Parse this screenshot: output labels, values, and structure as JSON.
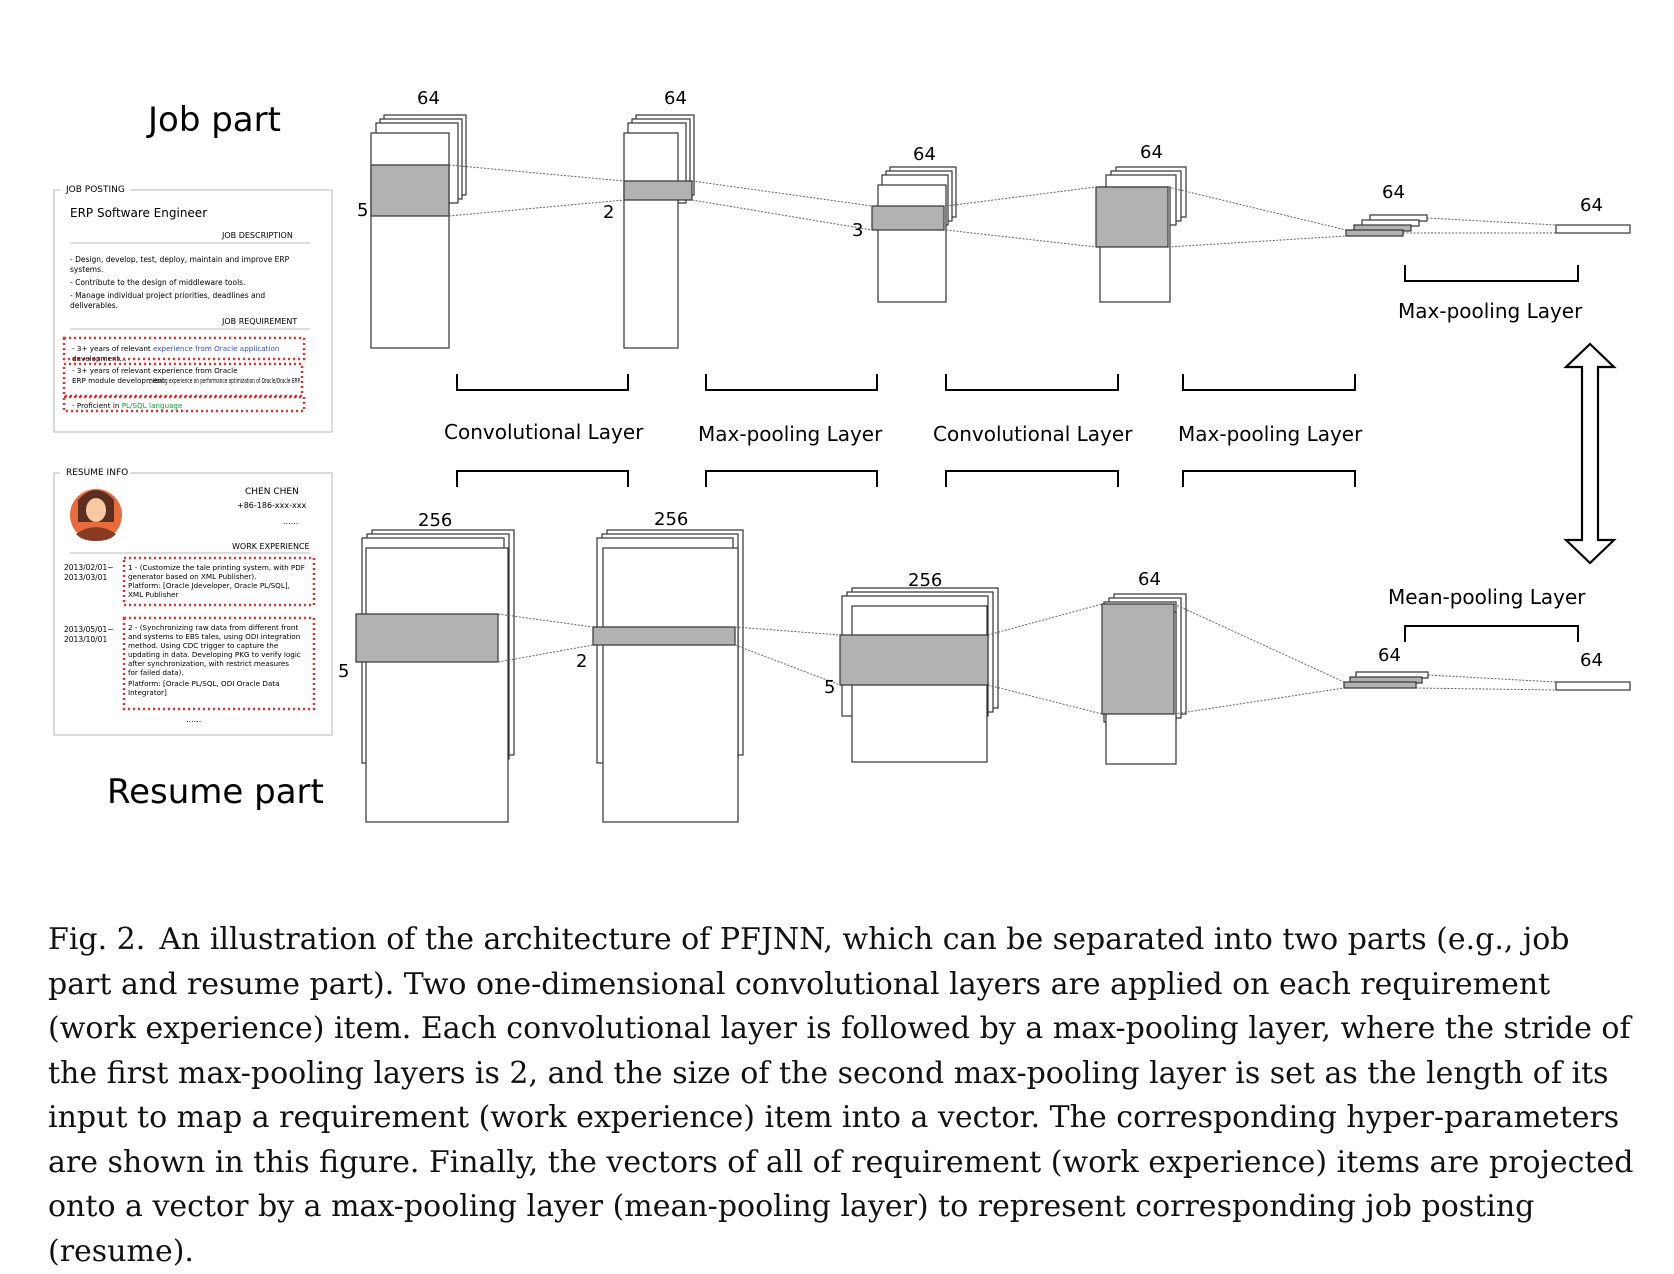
{
  "job_part": {
    "title": "Job part",
    "card": {
      "header": "JOB POSTING",
      "job_title": "ERP Software Engineer",
      "description_header": "JOB DESCRIPTION",
      "description_lines": [
        "- Design, develop, test, deploy, maintain and improve ERP",
        "systems.",
        "- Contribute to the design of middleware tools.",
        "- Manage individual project priorities, deadlines and",
        "deliverables."
      ],
      "requirement_header": "JOB REQUIREMENT",
      "requirements": [
        {
          "plain": "- 3+ years of relevant ",
          "highlight": "experience from Oracle application",
          "tail": "development..."
        },
        {
          "plain": "- 3+ years of relevant experience from Oracle ",
          "highlight": "ERP module development",
          "tail": "; Having experience on performance optimization of Oracle/Oracle ERP"
        },
        {
          "plain": "- Proficient in ",
          "highlight": "PL/SQL language",
          "tail": ""
        }
      ]
    },
    "layers": {
      "conv1": {
        "depth": "64",
        "kernel": "5"
      },
      "pool1": {
        "depth": "64",
        "stride": "2"
      },
      "conv2": {
        "depth": "64",
        "kernel": "3"
      },
      "pool2": {
        "depth": "64"
      },
      "item_vectors": {
        "depth": "64"
      },
      "output": {
        "depth": "64"
      }
    },
    "final_layer_label": "Max-pooling Layer"
  },
  "layer_labels": [
    "Convolutional Layer",
    "Max-pooling Layer",
    "Convolutional Layer",
    "Max-pooling Layer"
  ],
  "resume_part": {
    "title": "Resume part",
    "card": {
      "header": "RESUME INFO",
      "name": "CHEN CHEN",
      "phone": "+86-186-xxx-xxx",
      "more": "......",
      "work_header": "WORK EXPERIENCE",
      "experiences": [
        {
          "dates": [
            "2013/02/01~",
            "2013/03/01"
          ],
          "lines": [
            "1 - (Customize the tale printing system, with PDF",
            "generator based on XML Publisher).",
            "Platform: [Oracle Jdeveloper, Oracle PL/SQL],",
            "XML Publisher"
          ]
        },
        {
          "dates": [
            "2013/05/01~",
            "2013/10/01"
          ],
          "lines": [
            "2 - (Synchronizing raw data from different front",
            "and systems to EBS tales, using ODI integration",
            "method. Using CDC trigger to capture the",
            "updating in data. Developing PKG to verify logic",
            "after synchronization, with restrict measures",
            "for failed data).",
            "Platform: [Oracle PL/SQL, ODI Oracle Data",
            "Integrator]"
          ]
        }
      ],
      "footer": "......"
    },
    "layers": {
      "conv1": {
        "depth": "256",
        "kernel": "5"
      },
      "pool1": {
        "depth": "256",
        "stride": "2"
      },
      "conv2": {
        "depth": "256",
        "kernel": "5"
      },
      "pool2": {
        "depth": "64"
      },
      "item_vectors": {
        "depth": "64"
      },
      "output": {
        "depth": "64"
      }
    },
    "final_layer_label": "Mean-pooling Layer"
  },
  "caption": {
    "label": "Fig. 2.",
    "text": "An illustration of the architecture of PFJNN, which can be separated into two parts (e.g., job part and resume part). Two one-dimensional convolutional layers are applied on each requirement (work experience) item. Each convolutional layer is followed by a max-pooling layer, where the stride of the first max-pooling layers is 2, and the size of the second max-pooling layer is set as the length of its input to map a requirement (work experience) item into a vector. The corresponding hyper-parameters are shown in this figure. Finally, the vectors of all of requirement (work experience) items are projected onto a vector by a max-pooling layer (mean-pooling layer) to represent corresponding job posting (resume)."
  }
}
